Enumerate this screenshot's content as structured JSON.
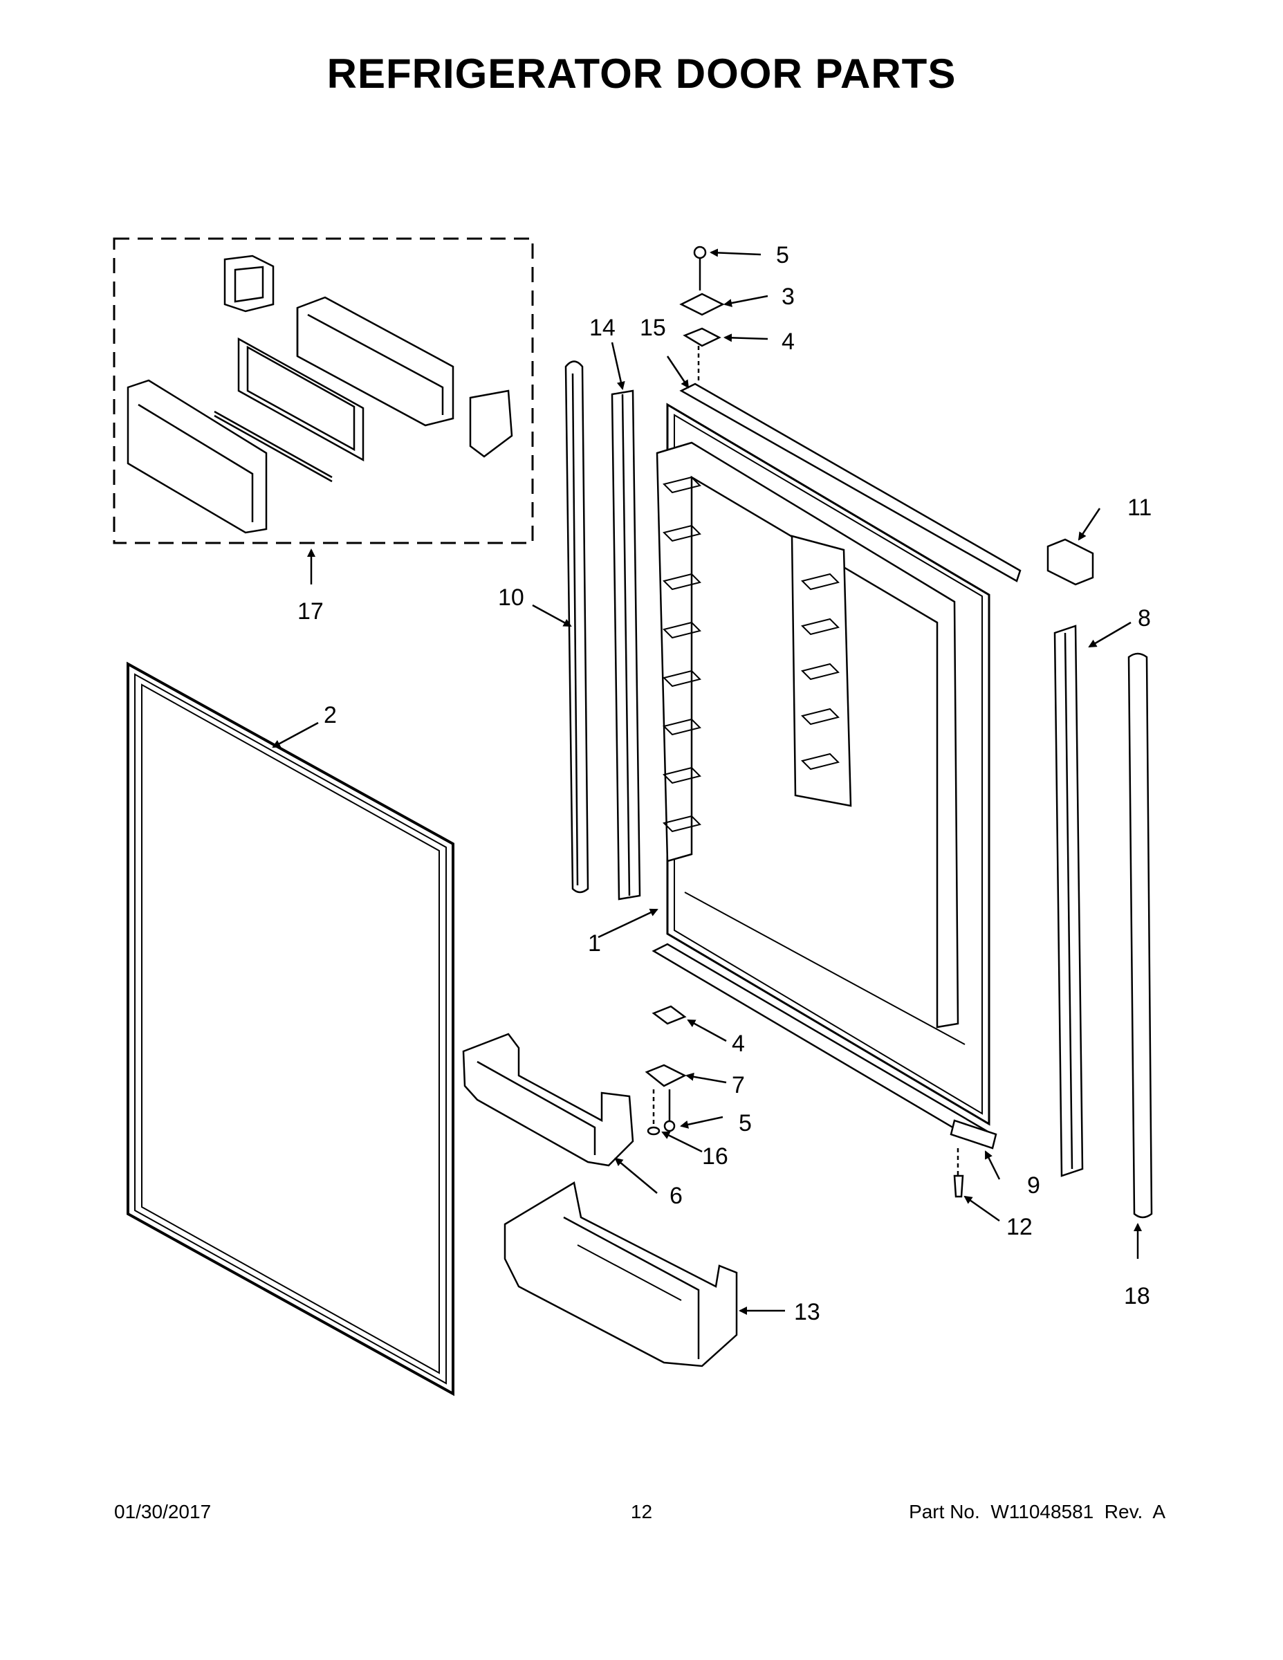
{
  "title": "REFRIGERATOR DOOR PARTS",
  "callouts": [
    "5",
    "3",
    "4",
    "14",
    "15",
    "11",
    "10",
    "8",
    "2",
    "1",
    "4",
    "7",
    "5",
    "16",
    "6",
    "9",
    "12",
    "18",
    "13",
    "17"
  ],
  "footer": {
    "date": "01/30/2017",
    "page": "12",
    "part": "Part No.  W11048581  Rev.  A"
  }
}
